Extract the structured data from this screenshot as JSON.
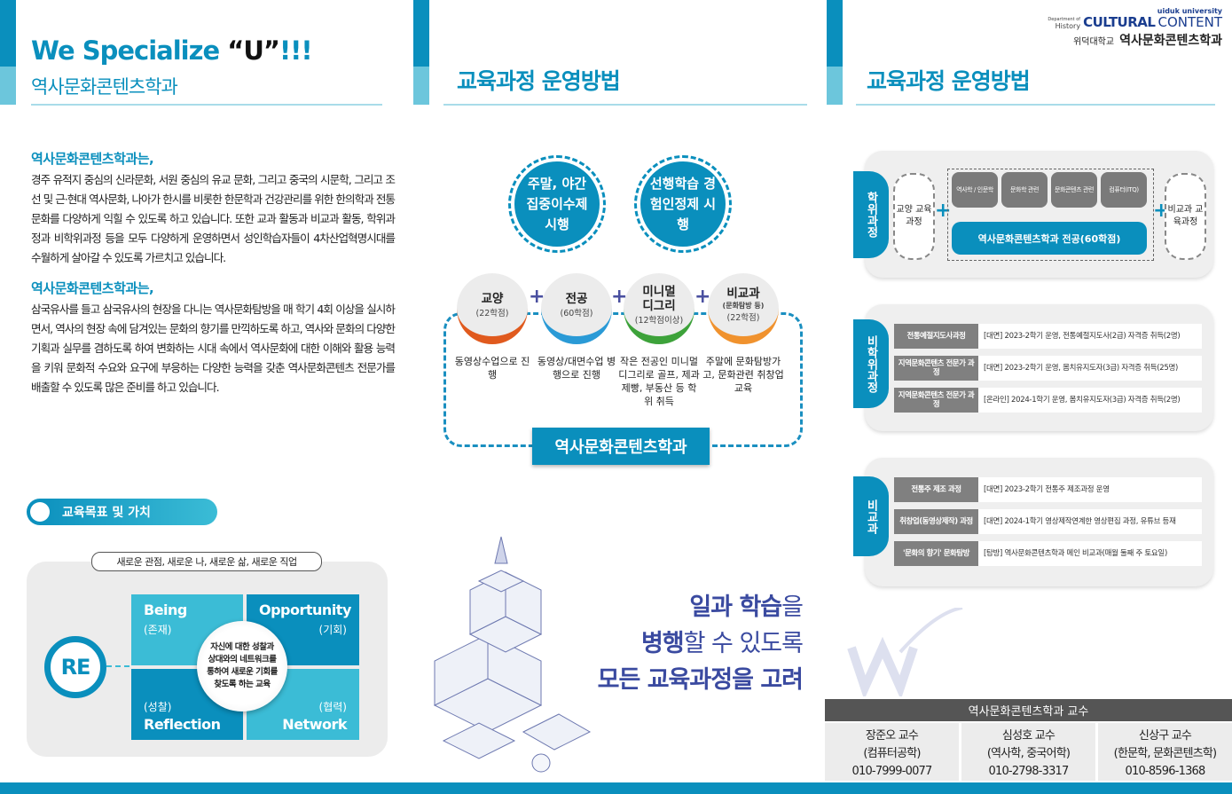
{
  "left": {
    "title_prefix": "We Specialize ",
    "title_u": "“U”",
    "title_suffix": "!!!",
    "subtitle": "역사문화콘텐츠학과",
    "section1_heading": "역사문화콘텐츠학과는,",
    "section1_body": "경주 유적지 중심의 신라문화, 서원 중심의 유교 문화, 그리고 중국의 시문학, 그리고 조선 및 근·현대 역사문화, 나아가 한시를 비롯한 한문학과 건강관리를 위한 한의학과 전통문화를 다양하게 익힐 수 있도록 하고 있습니다. 또한 교과 활동과 비교과 활동, 학위과정과 비학위과정 등을 모두 다양하게 운영하면서 성인학습자들이 4차산업혁명시대를 수월하게 살아갈 수 있도록 가르치고 있습니다.",
    "section2_heading": "역사문화콘텐츠학과는,",
    "section2_body": "삼국유사를 들고 삼국유사의 현장을 다니는 역사문화탐방을 매 학기 4회 이상을 실시하면서, 역사의 현장 속에 담겨있는 문화의 향기를 만끽하도록 하고, 역사와 문화의 다양한 기획과 실무를 겸하도록 하여 변화하는 시대 속에서 역사문화에 대한 이해와 활용 능력을 키워 문화적 수요와 요구에 부응하는 다양한 능력을 갖춘 역사문화콘텐츠 전문가를 배출할 수 있도록 많은 준비를 하고 있습니다.",
    "goals_label": "교육목표 및 가치",
    "goals_tag": "새로운 관점, 새로운 나, 새로운 삶, 새로운 직업",
    "re_label": "RE",
    "quadrants": [
      {
        "en": "Being",
        "ko": "(존재)"
      },
      {
        "en": "Opportunity",
        "ko": "(기회)"
      },
      {
        "en": "Reflection",
        "ko": "(성찰)"
      },
      {
        "en": "Network",
        "ko": "(협력)"
      }
    ],
    "center_text": "자신에 대한 성찰과 상대와의 네트워크를 통하여 새로운 기회를 찾도록 하는 교육"
  },
  "middle": {
    "title": "교육과정 운영방법",
    "circles": [
      "주말, 야간 집중이수제 시행",
      "선행학습 경험인정제 시행"
    ],
    "items": [
      {
        "name": "교양",
        "sub": "(22학점)",
        "desc": "동영상수업으로 진행",
        "color": "#e05a1e"
      },
      {
        "name": "전공",
        "sub": "(60학점)",
        "desc": "동영상/대면수업 병행으로 진행",
        "color": "#2a9ad6"
      },
      {
        "name": "미니멀 디그리",
        "sub": "(12학점이상)",
        "desc": "작은 전공인 미니멀디그리로 골프, 제과제빵, 부동산 등 학위 취득",
        "color": "#3da23a"
      },
      {
        "name": "비교과",
        "sub2": "(문화탐방 등)",
        "sub": "(22학점)",
        "desc": "주말에 문화탐방가고, 문화관련 취창업 교육",
        "color": "#f0922e"
      }
    ],
    "dept_label": "역사문화콘텐츠학과",
    "slogan": {
      "l1a": "일과 학습",
      "l1b": "을",
      "l2a": "병행",
      "l2b": "할 수 있도록",
      "l3": "모든 교육과정을 고려"
    }
  },
  "right": {
    "logo": {
      "dept_of": "Department of",
      "history": "History",
      "cultural": "CULTURAL",
      "university": "uiduk university",
      "content": "CONTENT",
      "school": "위덕대학교",
      "dept": "역사문화콘텐츠학과"
    },
    "title": "교육과정 운영방법",
    "degree": {
      "tab": "학위과정",
      "left": "교양 교육과정",
      "right": "비교과 교육과정",
      "bubbles": [
        "역사학 / 인문학",
        "문화학 관련",
        "문화콘텐츠 관련",
        "컴퓨터(ITQ)"
      ],
      "major": "역사문화콘텐츠학과 전공(60학점)"
    },
    "nondegree": {
      "tab": "비학위과정",
      "rows": [
        {
          "label": "전통예절지도사과정",
          "content": "[대면] 2023-2학기 운영, 전통예절지도사(2급) 자격증 취득(2명)"
        },
        {
          "label": "지역문화콘텐츠 전문가 과정",
          "content": "[대면] 2023-2학기 운영, 몸치유지도자(3급) 자격증 취득(25명)"
        },
        {
          "label": "지역문화콘텐츠 전문가 과정",
          "content": "[온라인] 2024-1학기 운영, 몸치유지도자(3급) 자격증 취득(2명)"
        }
      ]
    },
    "extracurricular": {
      "tab": "비교과",
      "rows": [
        {
          "label": "전통주 제조 과정",
          "content": "[대면] 2023-2학기 전통주 제조과정 운영"
        },
        {
          "label": "취창업(동영상제작) 과정",
          "content": "[대면] 2024-1학기 영상제작연계한 영상편집 과정, 유튜브 등재"
        },
        {
          "label": "'문화의 향기' 문화탐방",
          "content": "[탐방] 역사문화콘텐츠학과 메인 비교과(매월 둘째 주 토요일)"
        }
      ]
    },
    "professors_header": "역사문화콘텐츠학과 교수",
    "professors": [
      {
        "name": "장준오 교수",
        "field": "(컴퓨터공학)",
        "phone": "010-7999-0077"
      },
      {
        "name": "심성호 교수",
        "field": "(역사학, 중국어학)",
        "phone": "010-2798-3317"
      },
      {
        "name": "신상구 교수",
        "field": "(한문학, 문화콘텐츠학)",
        "phone": "010-8596-1368"
      }
    ]
  },
  "colors": {
    "primary": "#0a8fbd",
    "light": "#6cc6dc",
    "slogan": "#3a4aa0"
  }
}
